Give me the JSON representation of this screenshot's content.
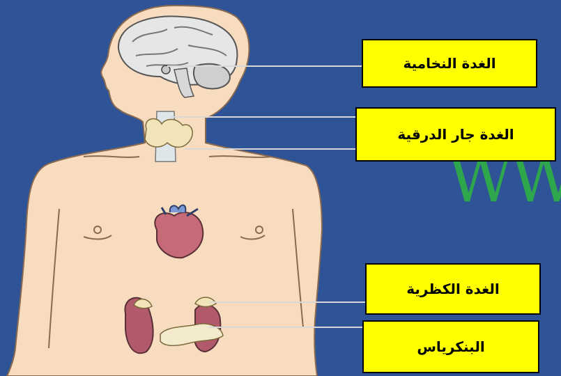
{
  "labels": {
    "pituitary": "الغدة النخامية",
    "thyroid": "الغدة جار الدرقية",
    "adrenal": "الغدة الكظرية",
    "pancreas": "البنكرياس"
  },
  "watermark": "WW",
  "colors": {
    "background": "#2e5396",
    "skin": "#f7dcc0",
    "label_fill": "#ffff00",
    "organ": "#b05a6c",
    "watermark": "#2ea64b"
  }
}
